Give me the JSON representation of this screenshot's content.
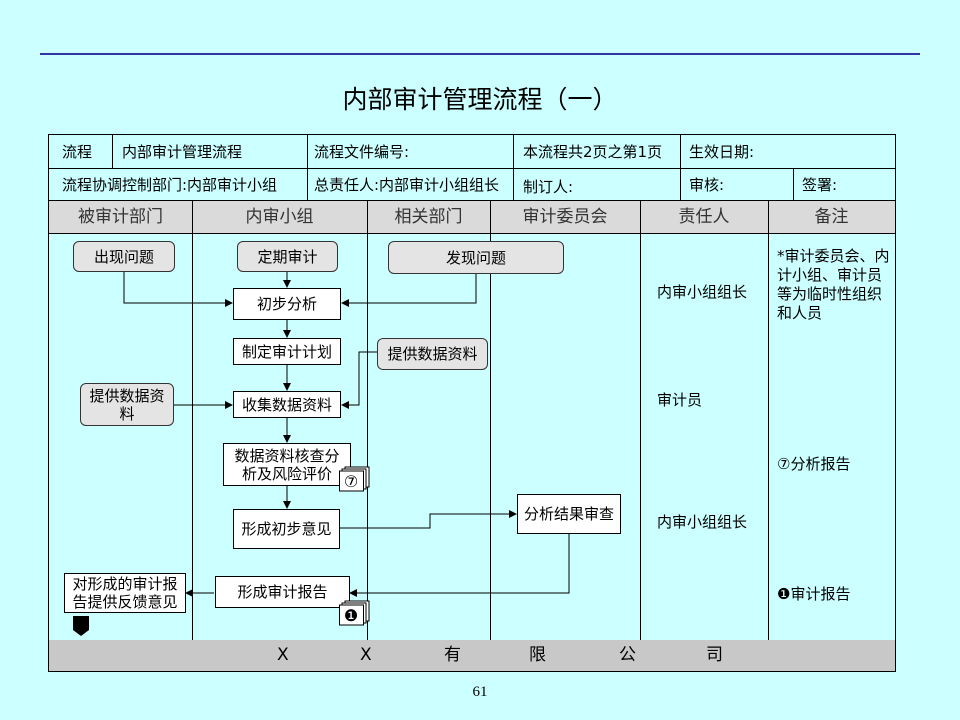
{
  "title": "内部审计管理流程（一）",
  "header": {
    "row1": {
      "label": "流程",
      "name": "内部审计管理流程",
      "doc_no": "流程文件编号:",
      "pages": "本流程共2页之第1页",
      "effective": "生效日期:"
    },
    "row2": {
      "coord_dept": "流程协调控制部门:内部审计小组",
      "owner": "总责任人:内部审计小组组长",
      "maker": "制订人:",
      "reviewer": "审核:",
      "sign": "签署:"
    }
  },
  "columns": [
    "被审计部门",
    "内审小组",
    "相关部门",
    "审计委员会",
    "责任人",
    "备注"
  ],
  "nodes": {
    "problem_appears": "出现问题",
    "periodic_audit": "定期审计",
    "problem_found": "发现问题",
    "initial_analysis": "初步分析",
    "make_plan": "制定审计计划",
    "related_provide_data": "提供数据资料",
    "audited_provide_data": "提供数据资料",
    "collect_data": "收集数据资料",
    "check_analysis": "数据资料核查分析及风险评价",
    "form_opinion": "形成初步意见",
    "committee_review": "分析结果审查",
    "form_report": "形成审计报告",
    "feedback": "对形成的审计报告提供反馈意见"
  },
  "responsible": {
    "r1": "内审小组组长",
    "r2": "审计员",
    "r3": "内审小组组长"
  },
  "remarks": {
    "note1": "*审计委员会、内计小组、审计员等为临时性组织和人员",
    "note2": "⑦分析报告",
    "note3": "❶审计报告"
  },
  "doc_icons": {
    "analysis_report": "⑦",
    "audit_report": "❶"
  },
  "footer_chars": [
    "X",
    "X",
    "有",
    "限",
    "公",
    "司"
  ],
  "page_number": "61"
}
